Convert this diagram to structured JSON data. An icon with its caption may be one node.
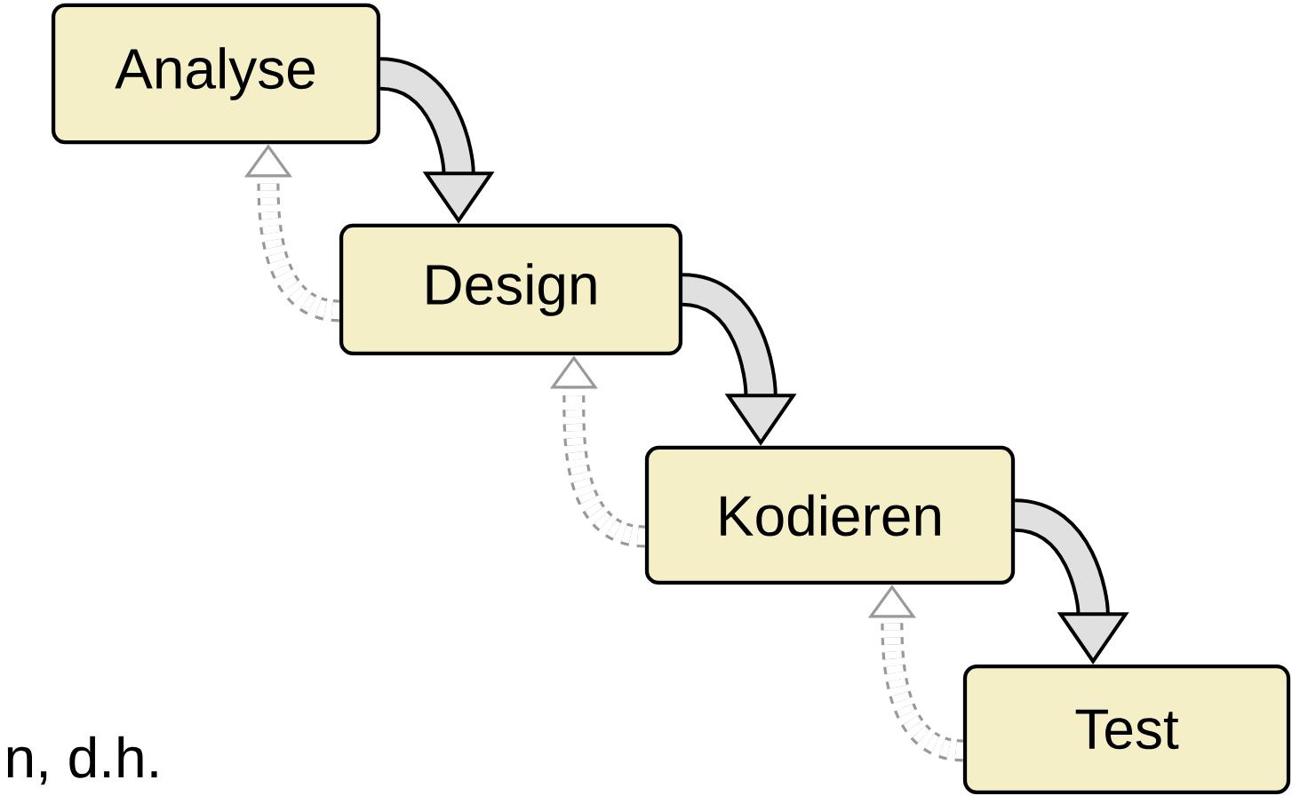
{
  "diagram": {
    "nodes": [
      {
        "text": [
          "Analyse"
        ]
      },
      {
        "text": [
          "Design"
        ]
      },
      {
        "text": [
          "Kodieren"
        ]
      },
      {
        "text": [
          "Test"
        ]
      }
    ],
    "edges": [
      {
        "from": 0,
        "to": 1,
        "arrow": "to"
      },
      {
        "from": 1,
        "to": 2,
        "arrow": "to"
      },
      {
        "from": 2,
        "to": 3,
        "arrow": "to"
      },
      {
        "from": 1,
        "to": 0,
        "arrow": "to",
        "style": "dashed",
        "color": "#999999"
      },
      {
        "from": 2,
        "to": 1,
        "arrow": "to",
        "style": "dashed",
        "color": "#999999"
      },
      {
        "from": 3,
        "to": 2,
        "arrow": "to",
        "style": "dashed",
        "color": "#999999"
      }
    ],
    "labels": [
      "n, d.h."
    ]
  }
}
